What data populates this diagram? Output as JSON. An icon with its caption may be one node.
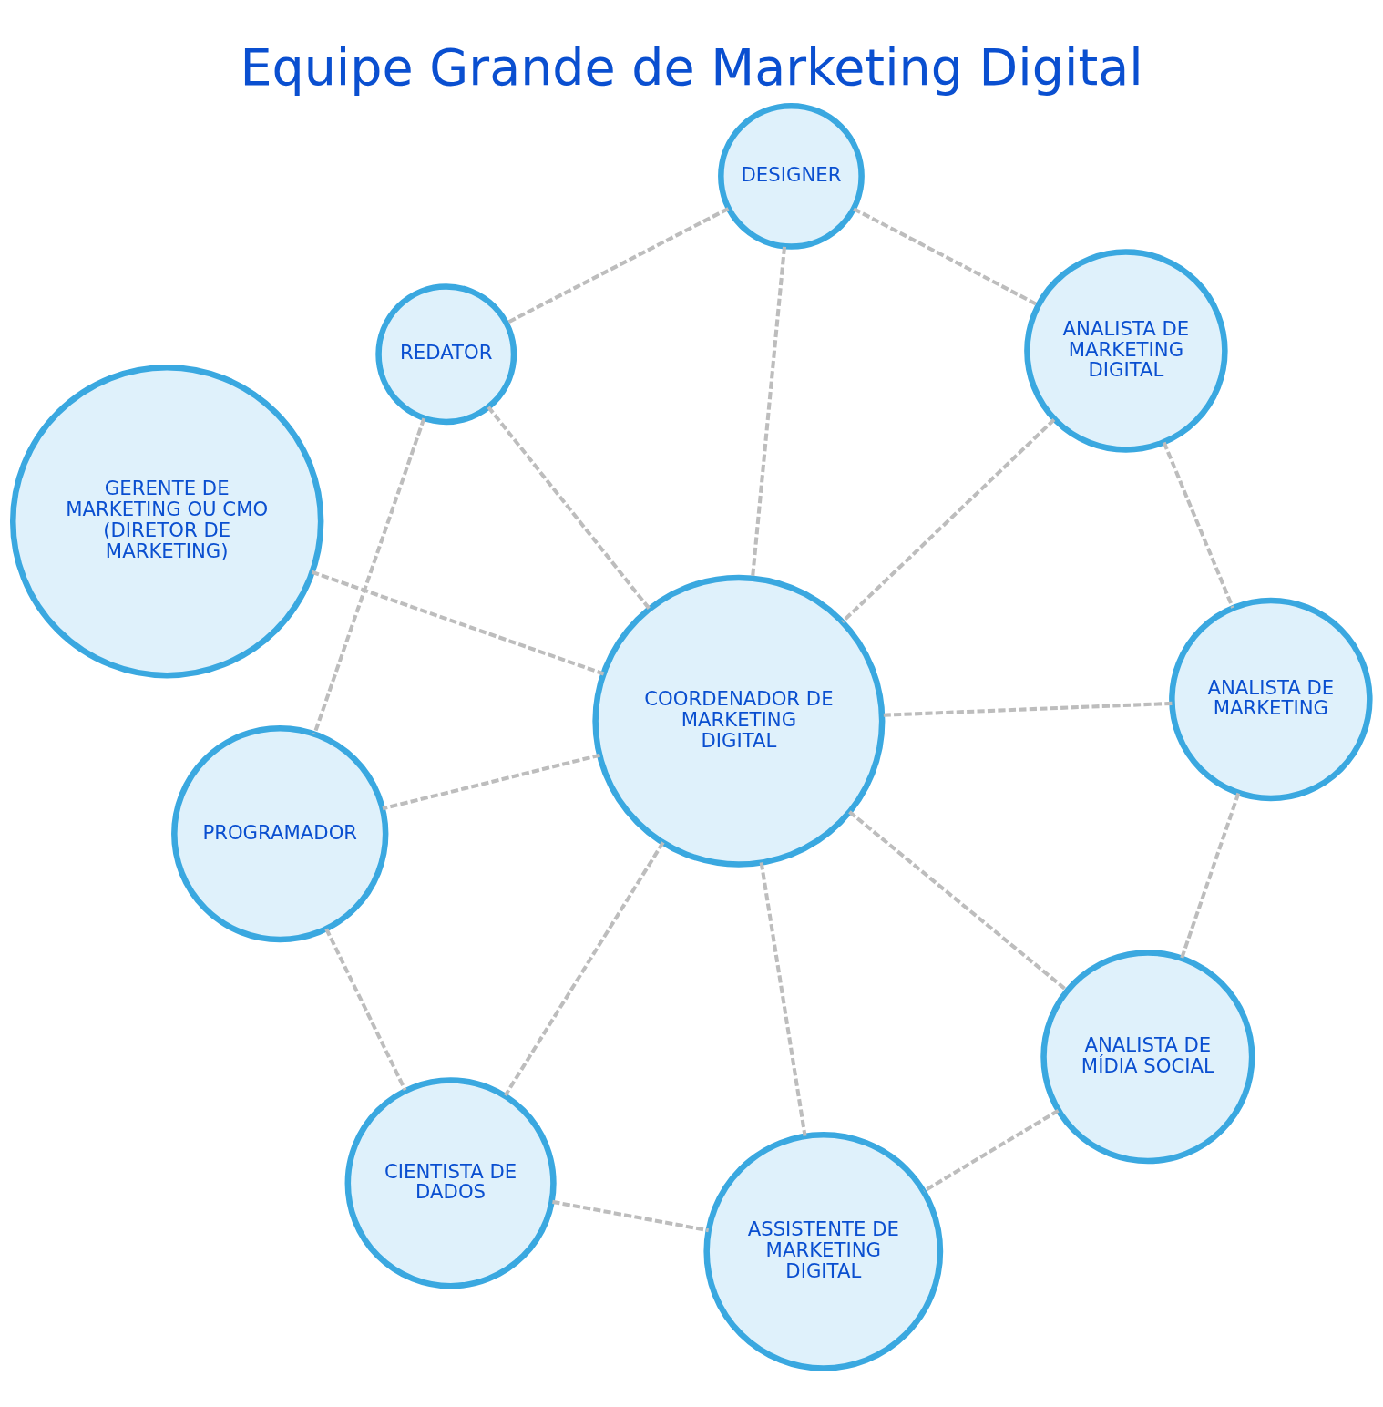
{
  "diagram": {
    "title": "Equipe Grande de Marketing Digital",
    "nodes": [
      {
        "text": [
          "GERENTE DE MARKETING OU CMO (DIRETOR DE MARKETING)"
        ]
      },
      {
        "text": [
          "DESIGNER"
        ]
      },
      {
        "text": [
          "ANALISTA DE MARKETING DIGITAL"
        ]
      },
      {
        "text": [
          "REDATOR"
        ]
      },
      {
        "text": [
          "ANALISTA DE MARKETING"
        ]
      },
      {
        "text": [
          "COORDENADOR DE MARKETING DIGITAL"
        ]
      },
      {
        "text": [
          "PROGRAMADOR"
        ]
      },
      {
        "text": [
          "ANALISTA DE MÍDIA SOCIAL"
        ]
      },
      {
        "text": [
          "CIENTISTA DE DADOS"
        ]
      },
      {
        "text": [
          "ASSISTENTE DE MARKETING DIGITAL"
        ]
      }
    ],
    "edges": [
      {
        "from": 0,
        "to": 5,
        "arrow": "none",
        "style": "dashed"
      },
      {
        "from": 1,
        "to": 2,
        "arrow": "none",
        "style": "dashed"
      },
      {
        "from": 1,
        "to": 3,
        "arrow": "none",
        "style": "dashed"
      },
      {
        "from": 2,
        "to": 4,
        "arrow": "none",
        "style": "dashed"
      },
      {
        "from": 1,
        "to": 5,
        "arrow": "none",
        "style": "dashed"
      },
      {
        "from": 2,
        "to": 5,
        "arrow": "none",
        "style": "dashed"
      },
      {
        "from": 3,
        "to": 5,
        "arrow": "none",
        "style": "dashed"
      },
      {
        "from": 4,
        "to": 5,
        "arrow": "none",
        "style": "dashed"
      },
      {
        "from": 3,
        "to": 6,
        "arrow": "none",
        "style": "dashed"
      },
      {
        "from": 4,
        "to": 7,
        "arrow": "none",
        "style": "dashed"
      },
      {
        "from": 5,
        "to": 6,
        "arrow": "none",
        "style": "dashed"
      },
      {
        "from": 5,
        "to": 7,
        "arrow": "none",
        "style": "dashed"
      },
      {
        "from": 5,
        "to": 8,
        "arrow": "none",
        "style": "dashed"
      },
      {
        "from": 5,
        "to": 9,
        "arrow": "none",
        "style": "dashed"
      },
      {
        "from": 6,
        "to": 8,
        "arrow": "none",
        "style": "dashed"
      },
      {
        "from": 7,
        "to": 9,
        "arrow": "none",
        "style": "dashed"
      },
      {
        "from": 8,
        "to": 9,
        "arrow": "none",
        "style": "dashed"
      }
    ]
  }
}
